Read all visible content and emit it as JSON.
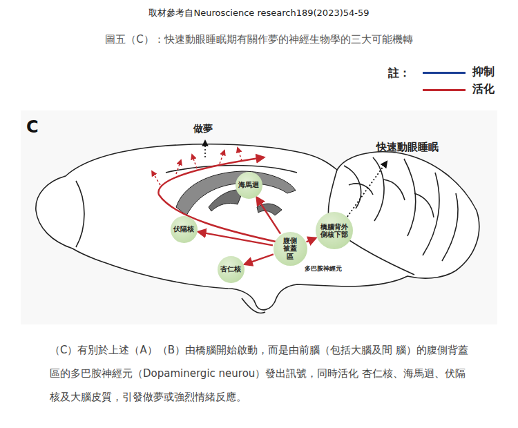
{
  "diagram": {
    "title": "圖五（C）：快速動眼睡眠期有關作夢的神經生物學的三大可能機轉",
    "caption": "（C）有別於上述（A）（B）由橋腦開始啟動，而是由前腦（包括大腦及間 腦）的腹側背蓋區的多巴胺神經元（Dopaminergic neurou）發出訊號，同時活化 杏仁核、海馬迴、伏隔核及大腦皮質，引發做夢或強烈情緒反應。",
    "nodes": [
      {
        "text": [
          "海馬迴"
        ]
      },
      {
        "text": [
          "伏隔核"
        ]
      },
      {
        "text": [
          "橋腦背外 側核下部"
        ]
      },
      {
        "text": [
          "腹側 被蓋區",
          "多巴胺神經元"
        ]
      },
      {
        "text": [
          "杏仁核"
        ]
      }
    ],
    "edges": [
      {
        "from": 3,
        "to": 0,
        "arrow": "to"
      },
      {
        "from": 3,
        "to": 1,
        "arrow": "to"
      },
      {
        "from": 3,
        "to": 4,
        "arrow": "to"
      },
      {
        "from": 3,
        "to": 2,
        "arrow": "to"
      }
    ],
    "labels": [
      "取材參考自Neuroscience research189(2023)54-59",
      "註：",
      "C",
      "做夢",
      "快速動眼睡眠"
    ],
    "legend": [
      {
        "text": "抑制",
        "color": "#1b3f95"
      },
      {
        "text": "活化",
        "color": "#c1272d"
      }
    ]
  }
}
